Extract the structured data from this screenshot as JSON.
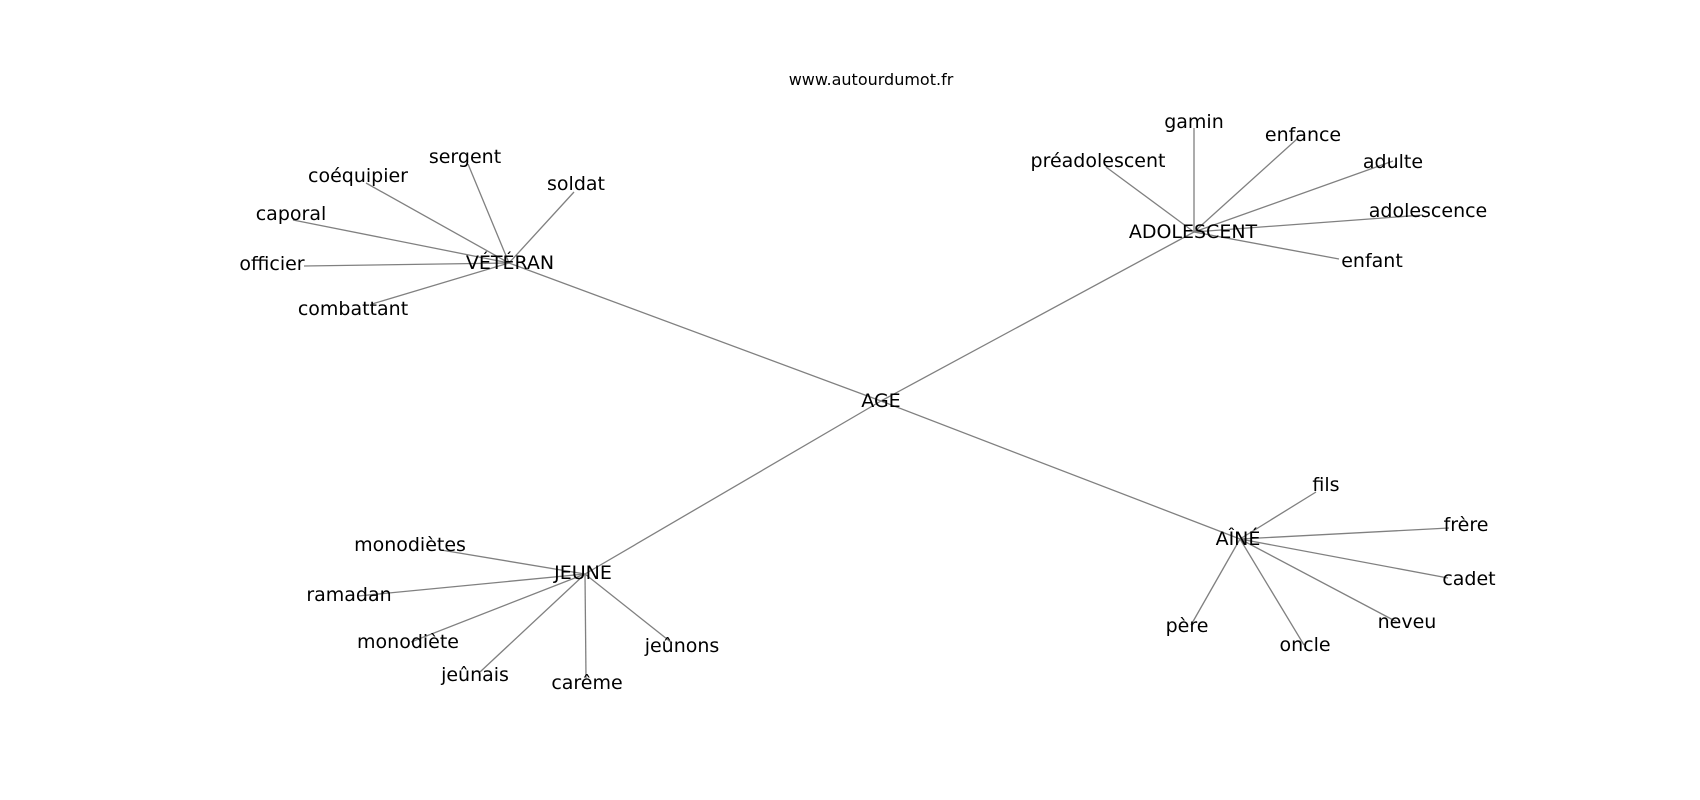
{
  "header": {
    "site": "www.autourdumot.fr"
  },
  "graph": {
    "center": "AGE",
    "hubs": [
      {
        "label": "VÉTÉRAN",
        "leaves": [
          "soldat",
          "sergent",
          "coéquipier",
          "caporal",
          "officier",
          "combattant"
        ]
      },
      {
        "label": "ADOLESCENT",
        "leaves": [
          "gamin",
          "enfance",
          "préadolescent",
          "adulte",
          "adolescence",
          "enfant"
        ]
      },
      {
        "label": "JEUNE",
        "leaves": [
          "monodiètes",
          "ramadan",
          "monodiète",
          "jeûnais",
          "carême",
          "jeûnons"
        ]
      },
      {
        "label": "AÎNÉ",
        "leaves": [
          "fils",
          "frère",
          "cadet",
          "neveu",
          "oncle",
          "père"
        ]
      }
    ]
  }
}
